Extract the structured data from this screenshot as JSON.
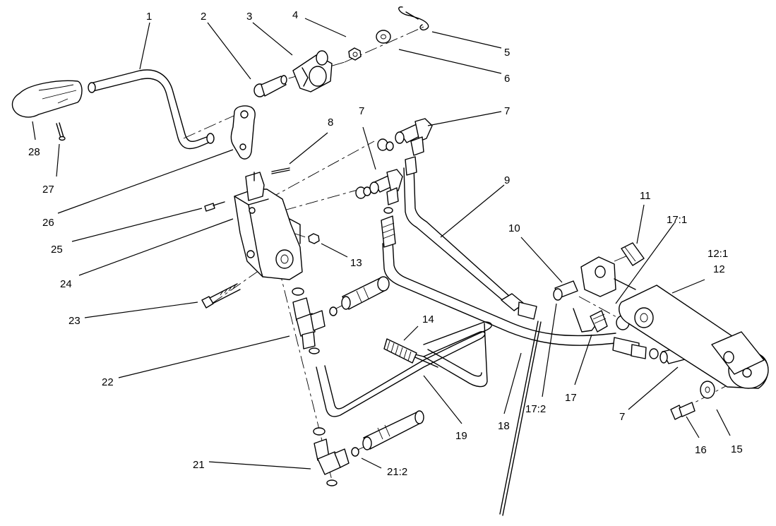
{
  "callouts": {
    "c1": "1",
    "c2": "2",
    "c3": "3",
    "c4": "4",
    "c5": "5",
    "c6": "6",
    "c7a": "7",
    "c7b": "7",
    "c7c": "7",
    "c8": "8",
    "c9": "9",
    "c10": "10",
    "c11": "11",
    "c12_1": "12:1",
    "c12": "12",
    "c13": "13",
    "c14": "14",
    "c15": "15",
    "c16": "16",
    "c17_1": "17:1",
    "c17": "17",
    "c17_2": "17:2",
    "c18": "18",
    "c19": "19",
    "c21": "21",
    "c21_2": "21:2",
    "c22": "22",
    "c23": "23",
    "c24": "24",
    "c25": "25",
    "c26": "26",
    "c27": "27",
    "c28": "28"
  }
}
